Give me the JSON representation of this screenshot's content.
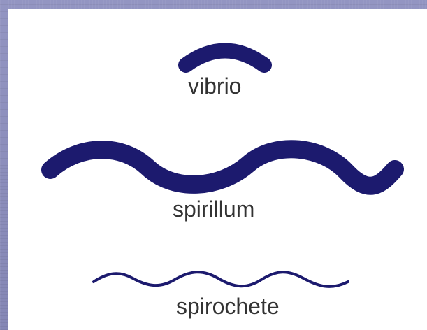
{
  "colors": {
    "background": "#8a8cb8",
    "panel": "#ffffff",
    "shape": "#1c1a6e",
    "label_text": "#333333"
  },
  "shapes": [
    {
      "name": "vibrio",
      "label": "vibrio",
      "description": "curved comma-shaped rod"
    },
    {
      "name": "spirillum",
      "label": "spirillum",
      "description": "thick rigid spiral"
    },
    {
      "name": "spirochete",
      "label": "spirochete",
      "description": "thin flexible spiral"
    }
  ]
}
